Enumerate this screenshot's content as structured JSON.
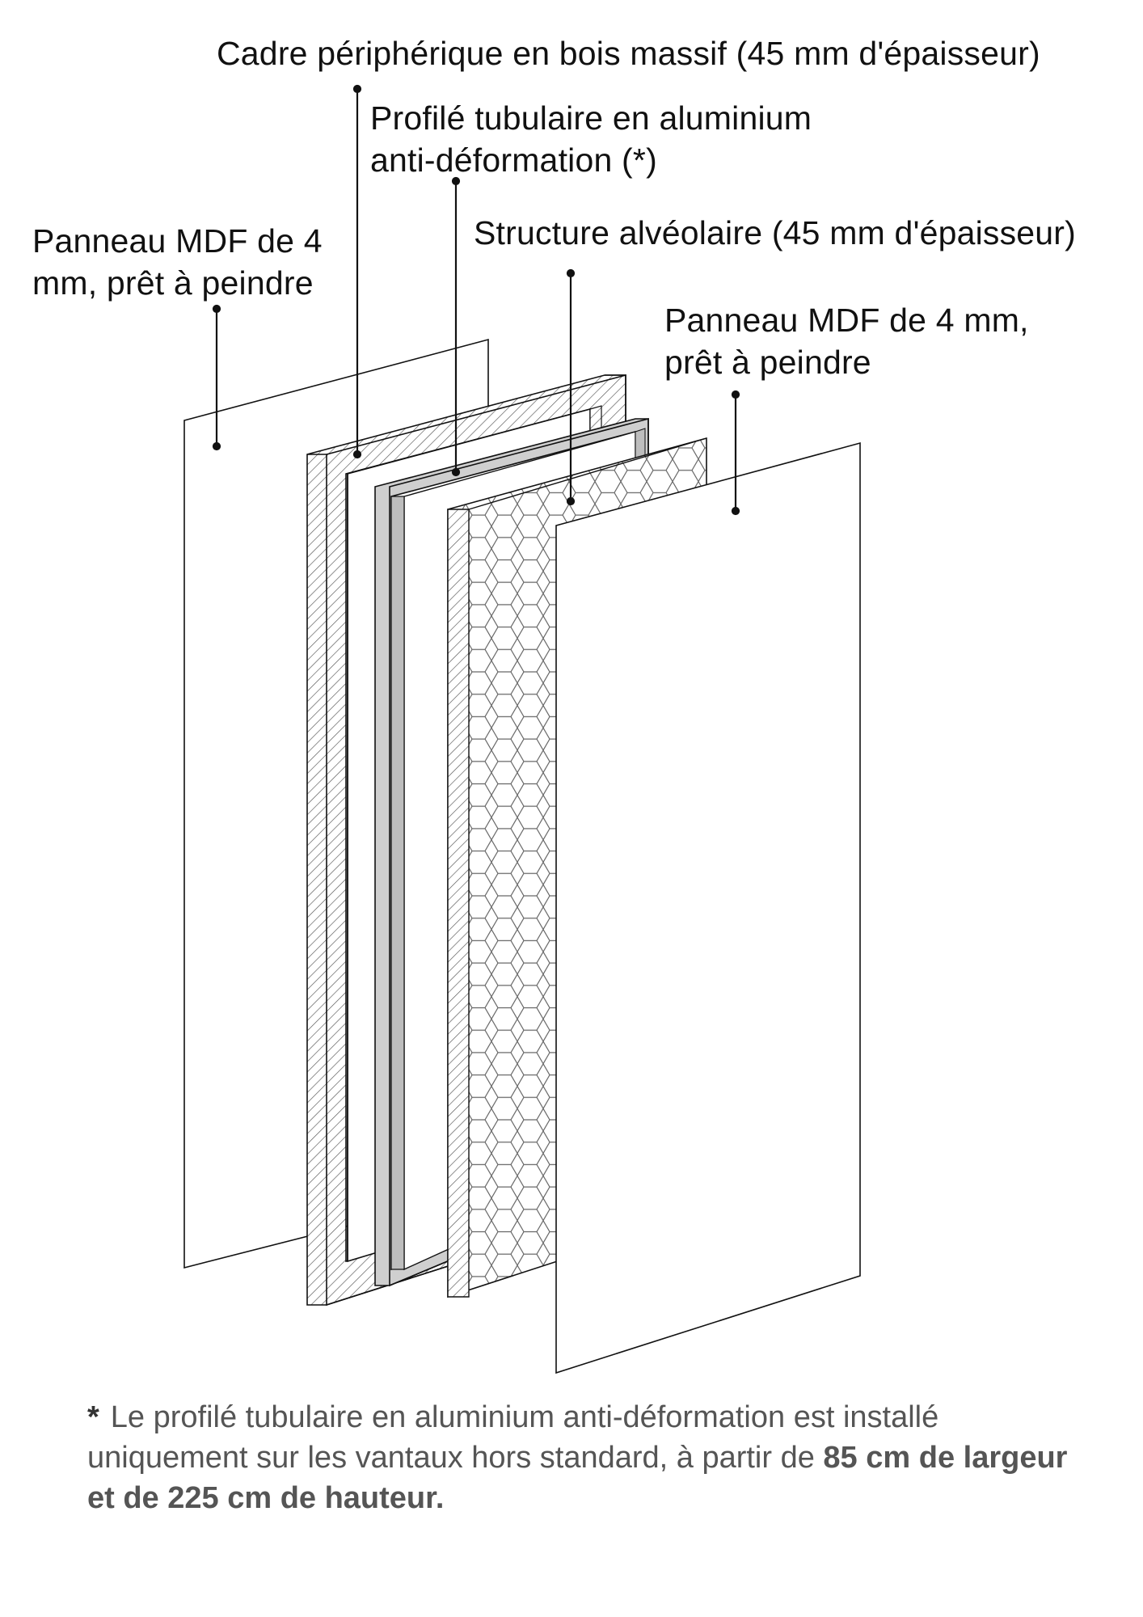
{
  "labels": {
    "cadre": "Cadre périphérique en bois massif (45 mm d'épaisseur)",
    "profile_line1": "Profilé tubulaire en aluminium",
    "profile_line2": "anti-déformation (*)",
    "mdf_left_line1": "Panneau MDF de 4",
    "mdf_left_line2": "mm, prêt à peindre",
    "structure": "Structure alvéolaire (45 mm d'épaisseur)",
    "mdf_right_line1": "Panneau MDF de 4 mm,",
    "mdf_right_line2": "prêt à peindre"
  },
  "footnote": {
    "marker": "*",
    "text_regular": "Le profilé tubulaire en aluminium anti-déformation est installé uniquement sur les vantaux hors standard, à partir de",
    "text_bold": "85 cm de largeur et de 225 cm de hauteur."
  },
  "colors": {
    "line": "#111111",
    "aluminium": "#c8c8c8",
    "hatch": "#555555",
    "footnote_text": "#555555"
  }
}
